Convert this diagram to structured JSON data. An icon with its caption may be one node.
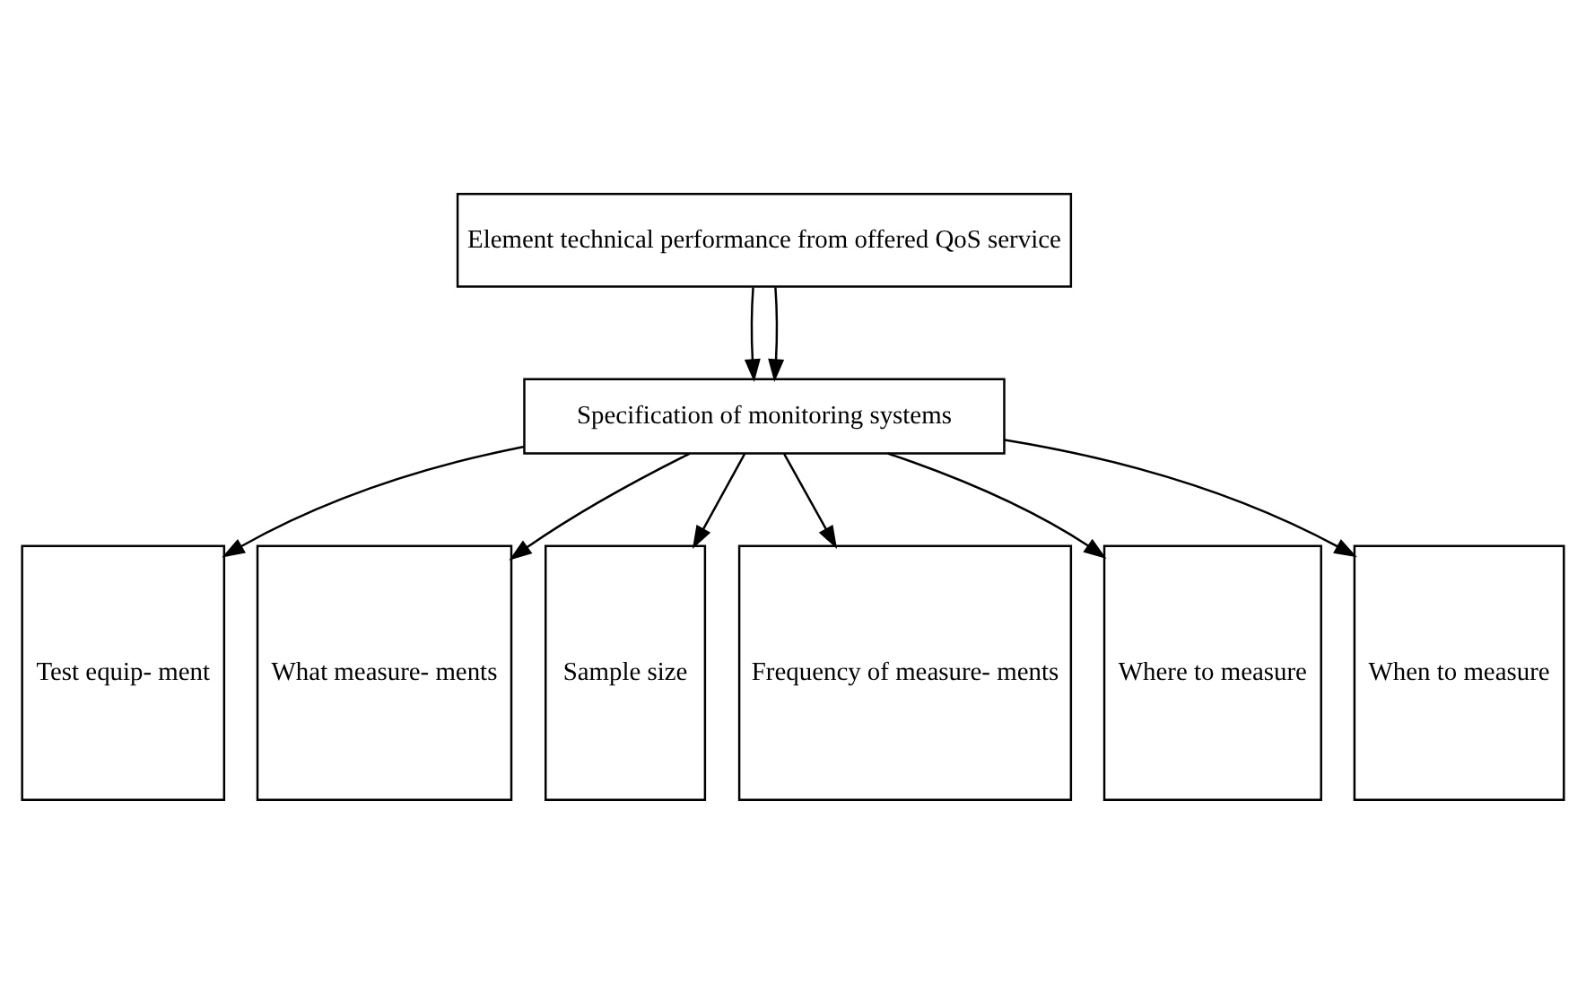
{
  "diagram": {
    "nodes": [
      {
        "text": [
          "Element technical performance from offered QoS service"
        ]
      },
      {
        "text": [
          "Specification of monitoring systems"
        ]
      },
      {
        "text": [
          "Test equip- ment"
        ]
      },
      {
        "text": [
          "What measure- ments"
        ]
      },
      {
        "text": [
          "Sample size"
        ]
      },
      {
        "text": [
          "Frequency of measure- ments"
        ]
      },
      {
        "text": [
          "Where to measure"
        ]
      },
      {
        "text": [
          "When to measure"
        ]
      }
    ],
    "edges": [
      {
        "from": 0,
        "to": 1,
        "arrow": "to"
      },
      {
        "from": 0,
        "to": 1,
        "arrow": "to"
      },
      {
        "from": 1,
        "to": 2,
        "arrow": "to"
      },
      {
        "from": 1,
        "to": 3,
        "arrow": "to"
      },
      {
        "from": 1,
        "to": 4,
        "arrow": "to"
      },
      {
        "from": 1,
        "to": 5,
        "arrow": "to"
      },
      {
        "from": 1,
        "to": 6,
        "arrow": "to"
      },
      {
        "from": 1,
        "to": 7,
        "arrow": "to"
      }
    ]
  }
}
